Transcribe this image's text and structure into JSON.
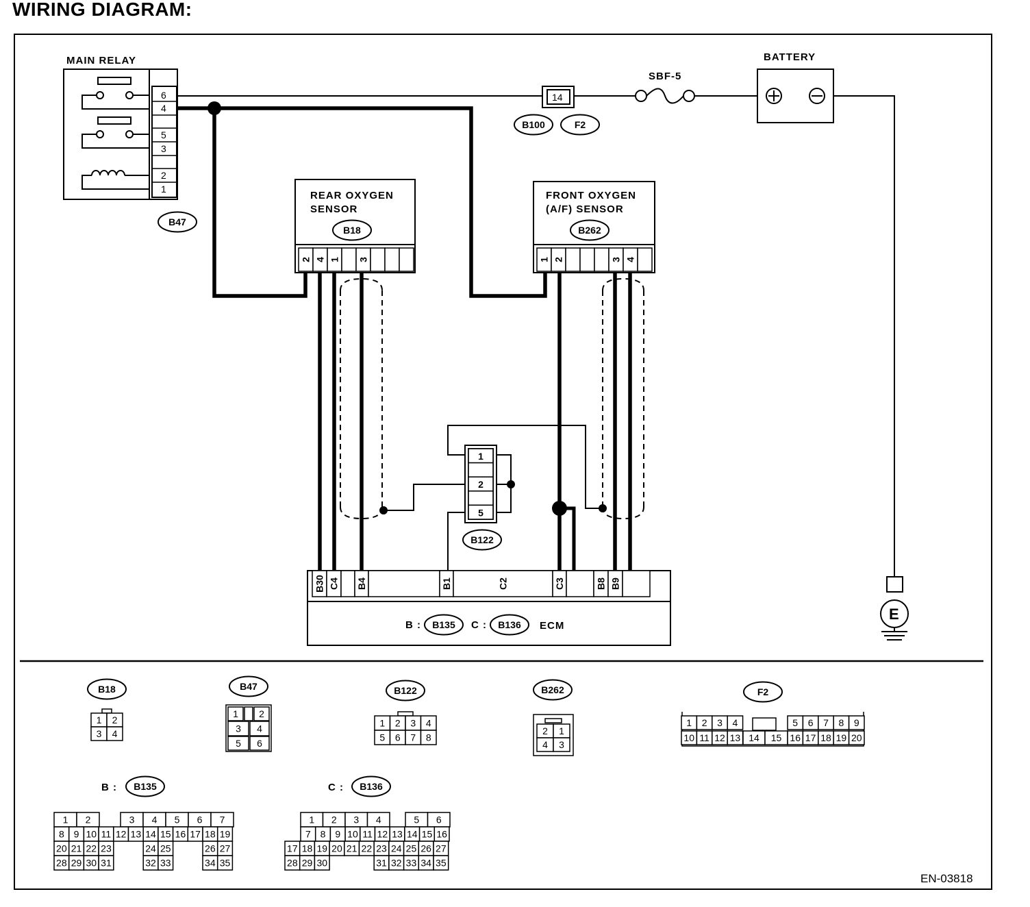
{
  "heading": "WIRING DIAGRAM:",
  "figure_code": "EN-03818",
  "components": {
    "main_relay": "MAIN RELAY",
    "battery": "BATTERY",
    "fuse": "SBF-5",
    "rear_sensor": [
      "REAR OXYGEN",
      "SENSOR"
    ],
    "front_sensor": [
      "FRONT OXYGEN",
      "(A/F) SENSOR"
    ],
    "ecm": "ECM",
    "ground": "E",
    "ecm_b_prefix": "B :",
    "ecm_c_prefix": "C :"
  },
  "connector_codes": [
    "B47",
    "B100",
    "F2",
    "B18",
    "B262",
    "B122",
    "B135",
    "B136"
  ],
  "relay_pins": [
    "6",
    "4",
    "5",
    "3",
    "2",
    "1"
  ],
  "b100_pin": "14",
  "b18_pins": [
    "2",
    "4",
    "1",
    "",
    "3",
    "",
    "",
    ""
  ],
  "b262_pins": [
    "1",
    "2",
    "",
    "",
    "",
    "3",
    "4",
    ""
  ],
  "b122_pins": [
    "1",
    "",
    "2",
    "",
    "5"
  ],
  "ecm_pins": [
    "B30",
    "C4",
    "",
    "B4",
    "",
    "B1",
    "C2",
    "C3",
    "",
    "B8",
    "B9",
    ""
  ],
  "views": {
    "B18": [
      "1",
      "2",
      "3",
      "4"
    ],
    "B47": [
      "1",
      "2",
      "3",
      "4",
      "5",
      "6"
    ],
    "B122": [
      "1",
      "2",
      "3",
      "4",
      "5",
      "6",
      "7",
      "8"
    ],
    "B262": [
      "2",
      "1",
      "4",
      "3"
    ],
    "F2": [
      "1",
      "2",
      "3",
      "4",
      "5",
      "6",
      "7",
      "8",
      "9",
      "10",
      "11",
      "12",
      "13",
      "14",
      "15",
      "16",
      "17",
      "18",
      "19",
      "20"
    ],
    "B135": [
      "1",
      "2",
      "3",
      "4",
      "5",
      "6",
      "7",
      "8",
      "9",
      "10",
      "11",
      "12",
      "13",
      "14",
      "15",
      "16",
      "17",
      "18",
      "19",
      "20",
      "21",
      "22",
      "23",
      "24",
      "25",
      "26",
      "27",
      "28",
      "29",
      "30",
      "31",
      "32",
      "33",
      "34",
      "35"
    ],
    "B136": [
      "1",
      "2",
      "3",
      "4",
      "5",
      "6",
      "7",
      "8",
      "9",
      "10",
      "11",
      "12",
      "13",
      "14",
      "15",
      "16",
      "17",
      "18",
      "19",
      "20",
      "21",
      "22",
      "23",
      "24",
      "25",
      "26",
      "27",
      "28",
      "29",
      "30",
      "31",
      "32",
      "33",
      "34",
      "35"
    ]
  }
}
